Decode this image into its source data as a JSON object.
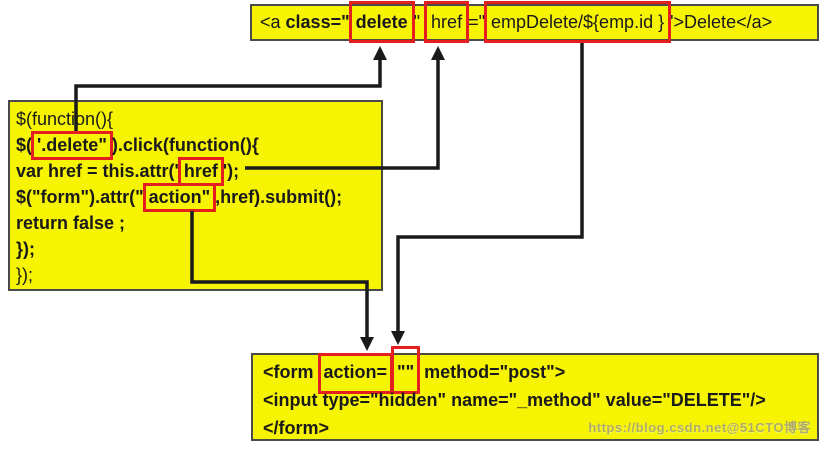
{
  "colors": {
    "box_fill": "#f6f303",
    "box_border": "#4a4a4a",
    "highlight": "#e3201f",
    "arrow": "#1a1a1a",
    "text": "#1a1a1a",
    "watermark": "#97948c"
  },
  "top_box": {
    "lines": [
      [
        {
          "t": "<a ",
          "b": false
        },
        {
          "t": "class=\"",
          "b": true
        },
        {
          "t": "delete",
          "b": true,
          "r": true
        },
        {
          "t": "\" ",
          "b": false
        },
        {
          "t": "href",
          "b": false,
          "r": true
        },
        {
          "t": "=\"",
          "b": false
        },
        {
          "t": "empDelete/${emp.id }",
          "b": false,
          "r": true
        },
        {
          "t": "'>Delete</a>",
          "b": false
        }
      ]
    ]
  },
  "left_box": {
    "lines": [
      [
        {
          "t": "$(function(){",
          "b": false
        }
      ],
      [
        {
          "t": "$(",
          "b": true
        },
        {
          "t": "'.delete\"",
          "b": true,
          "r": true
        },
        {
          "t": ").click(function(){",
          "b": true
        }
      ],
      [
        {
          "t": "var href = this.attr('",
          "b": true
        },
        {
          "t": "href",
          "b": true,
          "r": true
        },
        {
          "t": "');",
          "b": true
        }
      ],
      [
        {
          "t": "$(\"form\").attr(\"",
          "b": true
        },
        {
          "t": "action\"",
          "b": true,
          "r": true
        },
        {
          "t": ",href).submit();",
          "b": true
        }
      ],
      [
        {
          "t": "return false ;",
          "b": true
        }
      ],
      [
        {
          "t": "});",
          "b": true
        }
      ],
      [
        {
          "t": "});",
          "b": false
        }
      ]
    ]
  },
  "bottom_box": {
    "lines": [
      [
        {
          "t": "<form ",
          "b": true
        },
        {
          "t": "action=",
          "b": true,
          "r": true
        },
        {
          "t": "\"\"",
          "b": true,
          "r": true,
          "tall": true
        },
        {
          "t": " method=\"post\">",
          "b": true
        }
      ],
      [
        {
          "t": "<input type=\"hidden\" name=\"_method\" value=\"DELETE\"/>",
          "b": true
        }
      ],
      [
        {
          "t": "</form>",
          "b": true
        }
      ]
    ],
    "watermark": "https://blog.csdn.net@51CTO博客"
  }
}
